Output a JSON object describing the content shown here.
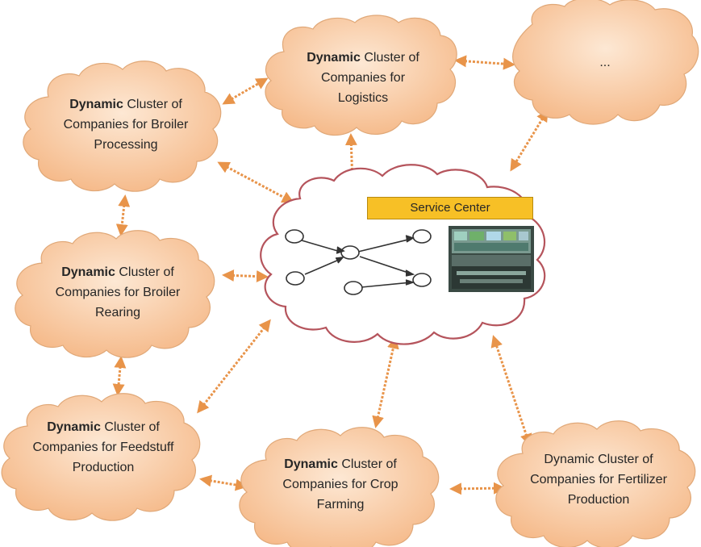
{
  "colors": {
    "cloud_fill_light": "#fde8d4",
    "cloud_fill_dark": "#f5b887",
    "cloud_stroke": "#d9a27a",
    "arrow": "#e8944a",
    "center_outline": "#b5545c",
    "service_center_fill": "#f7c026"
  },
  "clusters": [
    {
      "id": "logistics",
      "bold": "Dynamic",
      "line1": " Cluster of",
      "line2": "Companies for",
      "line3": "Logistics"
    },
    {
      "id": "ellipsis",
      "text": "..."
    },
    {
      "id": "broiler-processing",
      "bold": "Dynamic",
      "line1": " Cluster of",
      "line2": "Companies for Broiler",
      "line3": "Processing"
    },
    {
      "id": "broiler-rearing",
      "bold": "Dynamic",
      "line1": " Cluster of",
      "line2": "Companies for Broiler",
      "line3": "Rearing"
    },
    {
      "id": "feedstuff",
      "bold": "Dynamic",
      "line1": " Cluster of",
      "line2": "Companies for Feedstuff",
      "line3": "Production"
    },
    {
      "id": "crop-farming",
      "bold": "Dynamic",
      "line1": " Cluster of",
      "line2": "Companies for Crop",
      "line3": "Farming"
    },
    {
      "id": "fertilizer",
      "bold": "",
      "line1": "Dynamic Cluster of",
      "line2": "Companies for Fertilizer",
      "line3": "Production"
    }
  ],
  "center": {
    "label": "Service Center",
    "network_icon": "process-graph-icon",
    "photo_icon": "control-room-photo"
  }
}
